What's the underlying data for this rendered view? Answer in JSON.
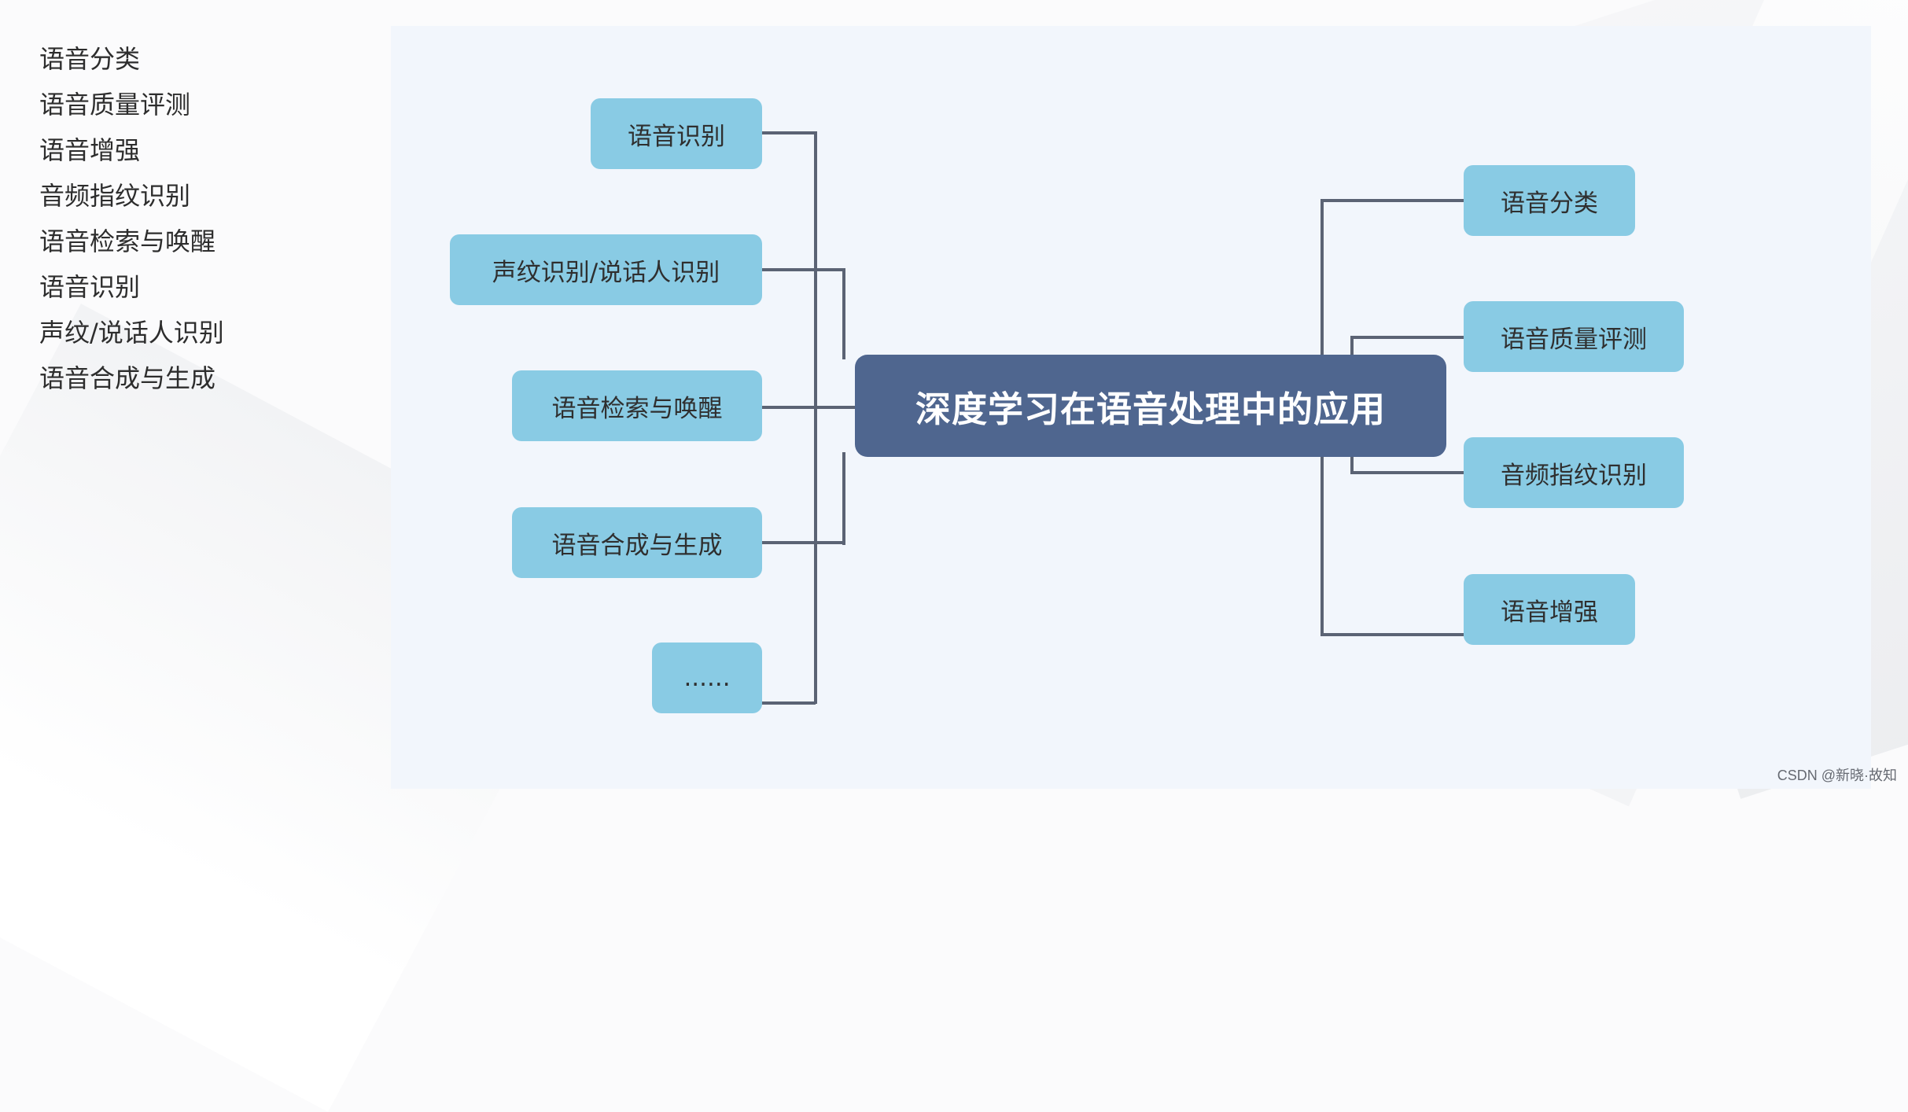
{
  "left_list": [
    "语音分类",
    "语音质量评测",
    "语音增强",
    "音频指纹识别",
    "语音检索与唤醒",
    "语音识别",
    "声纹/说话人识别",
    "语音合成与生成"
  ],
  "diagram": {
    "center": "深度学习在语音处理中的应用",
    "left_nodes": [
      "语音识别",
      "声纹识别/说话人识别",
      "语音检索与唤醒",
      "语音合成与生成",
      "......"
    ],
    "right_nodes": [
      "语音分类",
      "语音质量评测",
      "音频指纹识别",
      "语音增强"
    ]
  },
  "watermark": "CSDN @新晓·故知",
  "colors": {
    "background": "#fbfbfc",
    "panel": "#f2f6fc",
    "node": "#89cbe4",
    "center_node": "#4f668f",
    "connector": "#5b6374",
    "text_dark": "#2d2d2d",
    "text_light": "#ffffff"
  }
}
